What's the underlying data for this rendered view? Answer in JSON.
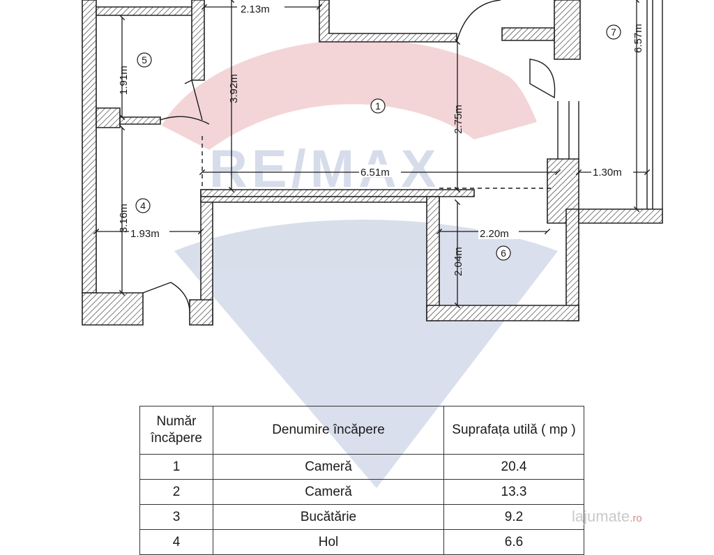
{
  "watermark": {
    "brand": "RE/MAX"
  },
  "plan": {
    "dimensions": [
      "2.13m",
      "1.91m",
      "3.92m",
      "2.75m",
      "6.51m",
      "1.30m",
      "6.57m",
      "3.16m",
      "1.93m",
      "2.20m",
      "2.04m"
    ],
    "rooms": [
      "1",
      "4",
      "5",
      "6",
      "7"
    ]
  },
  "table": {
    "headers": {
      "number": "Număr încăpere",
      "name": "Denumire încăpere",
      "area": "Suprafața utilă ( mp )"
    },
    "rows": [
      {
        "nr": "1",
        "name": "Cameră",
        "area": "20.4"
      },
      {
        "nr": "2",
        "name": "Cameră",
        "area": "13.3"
      },
      {
        "nr": "3",
        "name": "Bucătărie",
        "area": "9.2"
      },
      {
        "nr": "4",
        "name": "Hol",
        "area": "6.6"
      }
    ]
  },
  "site_watermark": {
    "text": "lajumate",
    "suffix": ".ro"
  },
  "colors": {
    "line": "#1a1a1a",
    "watermark_red": "#e2a3a8",
    "watermark_blue": "#a7b6d1",
    "hatch": "#333333"
  }
}
